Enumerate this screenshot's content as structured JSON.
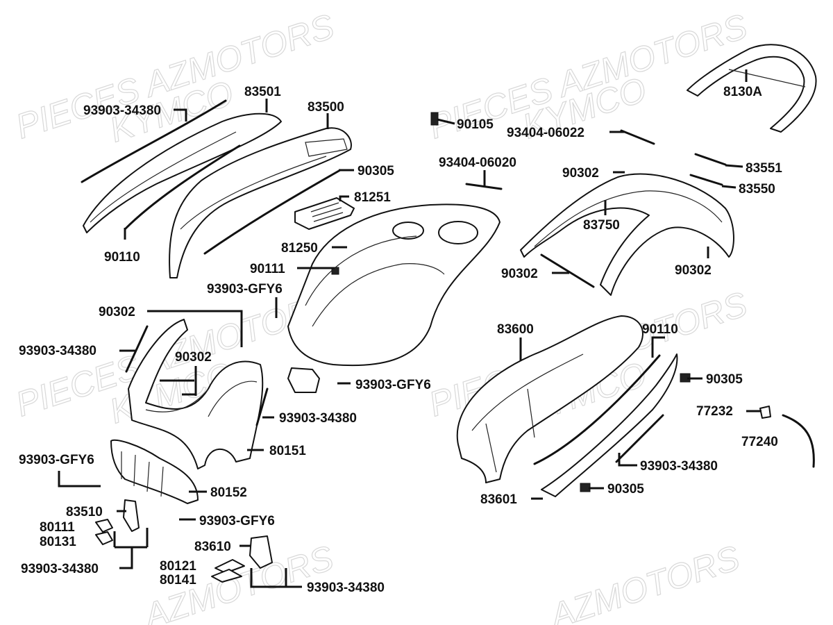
{
  "watermarks": [
    "PIECES AZMOTORS",
    "KYMCO",
    "PIECES AZMOTORS",
    "KYMCO",
    "PIECES AZMOTORS",
    "KYMCO",
    "PIECES AZMOTORS",
    "KYMCO",
    "AZMOTORS",
    "AZMOTORS"
  ],
  "labels": {
    "p93903_34380_top": "93903-34380",
    "p83501": "83501",
    "p83500": "83500",
    "p90305_top": "90305",
    "p90110_left": "90110",
    "p90105": "90105",
    "p93404_06020": "93404-06020",
    "p81251": "81251",
    "p81250": "81250",
    "p90111": "90111",
    "p93903_gfy6_mid": "93903-GFY6",
    "p8130a": "8130A",
    "p93404_06022": "93404-06022",
    "p90302_top": "90302",
    "p83551": "83551",
    "p83550": "83550",
    "p83750": "83750",
    "p90302_left": "90302",
    "p90302_right": "90302",
    "p90302_lf_top": "90302",
    "p93903_34380_lf": "93903-34380",
    "p90302_lf_mid": "90302",
    "p93903_gfy6_box": "93903-GFY6",
    "p93903_34380_lf2": "93903-34380",
    "p80151": "80151",
    "p93903_gfy6_lf": "93903-GFY6",
    "p80152": "80152",
    "p83510": "83510",
    "p80111": "80111",
    "p80131": "80131",
    "p93903_gfy6_low": "93903-GFY6",
    "p93903_34380_low": "93903-34380",
    "p83610": "83610",
    "p80121": "80121",
    "p80141": "80141",
    "p93903_34380_bot": "93903-34380",
    "p83600": "83600",
    "p90110_right": "90110",
    "p90305_right": "90305",
    "p77232": "77232",
    "p77240": "77240",
    "p93903_34380_right": "93903-34380",
    "p83601": "83601",
    "p90305_bot": "90305"
  }
}
